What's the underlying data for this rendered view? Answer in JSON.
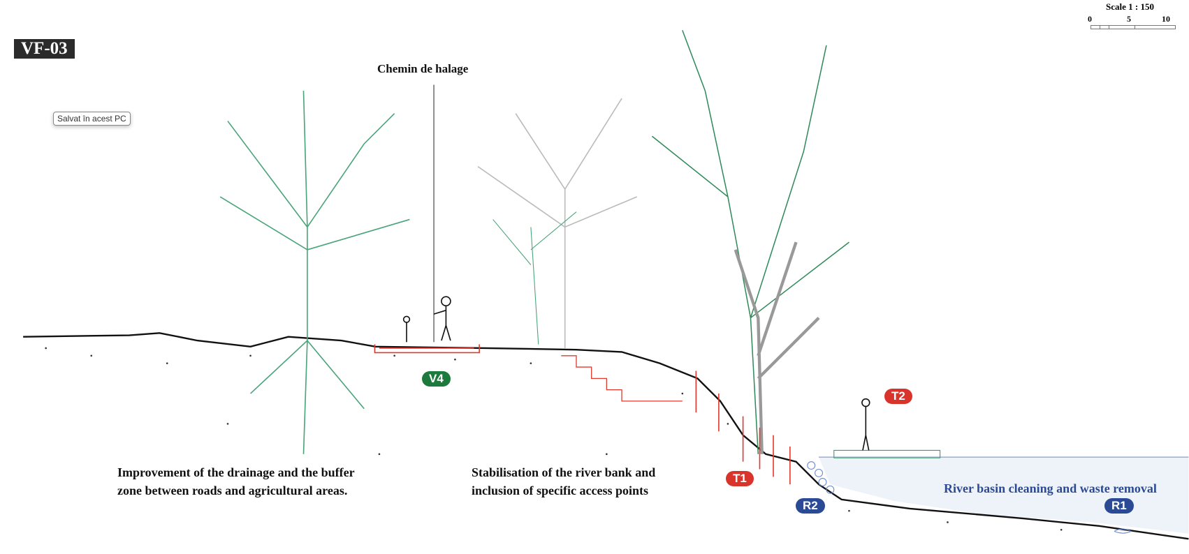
{
  "title_badge": "VF-03",
  "tooltip": "Salvat în acest PC",
  "path_label": "Chemin de halage",
  "scale": {
    "label": "Scale 1 : 150",
    "ticks": [
      "0",
      "5",
      "10"
    ]
  },
  "tags": {
    "v4": {
      "label": "V4",
      "color": "#1e7a3c"
    },
    "t1": {
      "label": "T1",
      "color": "#d9342b"
    },
    "t2": {
      "label": "T2",
      "color": "#d9342b"
    },
    "r1": {
      "label": "R1",
      "color": "#2a4a95"
    },
    "r2": {
      "label": "R2",
      "color": "#2a4a95"
    }
  },
  "captions": {
    "drainage": [
      "Improvement of the drainage and the buffer",
      "zone between roads and agricultural areas."
    ],
    "bank": [
      "Stabilisation of the river bank and",
      "inclusion of specific access points"
    ],
    "river": "River basin cleaning and waste removal"
  }
}
